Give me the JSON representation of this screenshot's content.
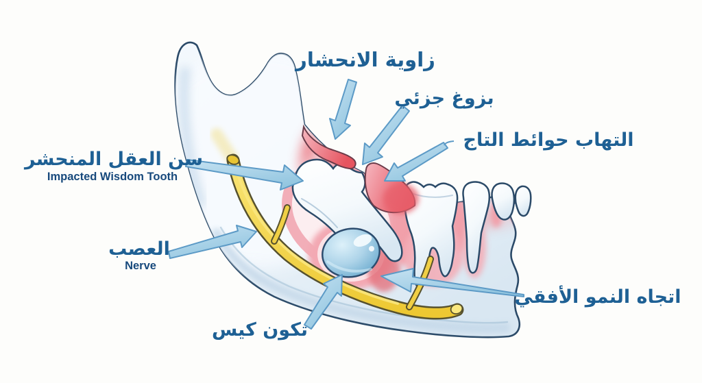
{
  "diagram": {
    "background_color": "#fdfdfb",
    "colors": {
      "label_arabic": "#1e6094",
      "label_english": "#17497c",
      "outline_navy": "#2b4a68",
      "jaw_bone_fill": "#eaf2f9",
      "jaw_shading": "#c3d7e8",
      "tooth_white": "#fbfdfe",
      "inflammation_red": "#e8606c",
      "gum_pink": "#f3adb6",
      "nerve_yellow": "#f4d344",
      "cyst_blue": "#8fc3e0",
      "arrow_fill": "#a9d3e9",
      "arrow_stroke": "#5c9ac6"
    },
    "labels": {
      "impaction_angle": "زاوية الانحشار",
      "partial_eruption": "بزوغ جزئي",
      "pericoronitis": "التهاب حوائط التاج",
      "impacted_wisdom_tooth_ar": "سن العقل المنحشر",
      "impacted_wisdom_tooth_en": "Impacted Wisdom Tooth",
      "nerve_ar": "العصب",
      "nerve_en": "Nerve",
      "cyst_formation": "تكون كيس",
      "horizontal_growth_direction": "اتجاه النمو الأفقي"
    }
  }
}
